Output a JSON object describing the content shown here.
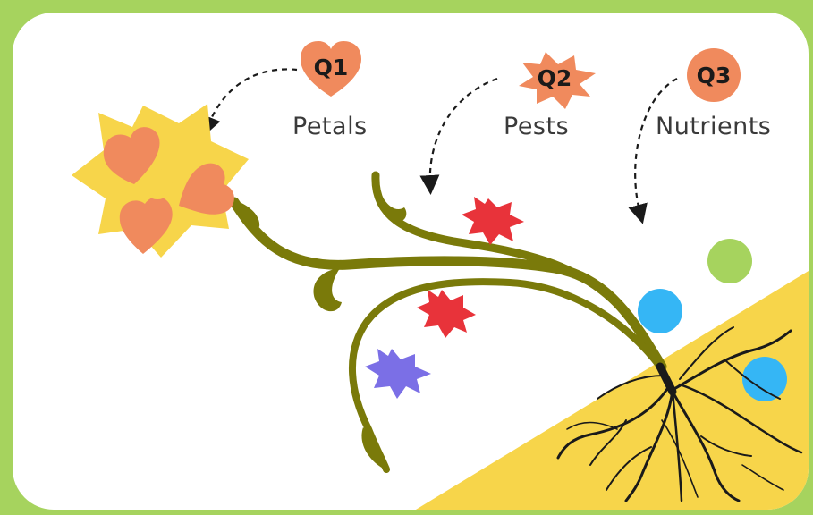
{
  "questions": [
    {
      "id": "Q1",
      "label": "Petals",
      "badge_shape": "heart",
      "badge_color": "#f08a5d"
    },
    {
      "id": "Q2",
      "label": "Pests",
      "badge_shape": "starburst",
      "badge_color": "#f08a5d"
    },
    {
      "id": "Q3",
      "label": "Nutrients",
      "badge_shape": "circle",
      "badge_color": "#f08a5d"
    }
  ],
  "colors": {
    "frame": "#a6d35e",
    "background": "#ffffff",
    "soil": "#f7d54a",
    "stem": "#7a7a0a",
    "petals": "#f7d54a",
    "petal_hearts": "#f08a5d",
    "pest_red": "#e8333a",
    "pest_purple": "#7b6fe6",
    "nutrient_blue": "#35b6f5",
    "nutrient_green": "#a6d35e",
    "roots": "#1a1a1a"
  }
}
